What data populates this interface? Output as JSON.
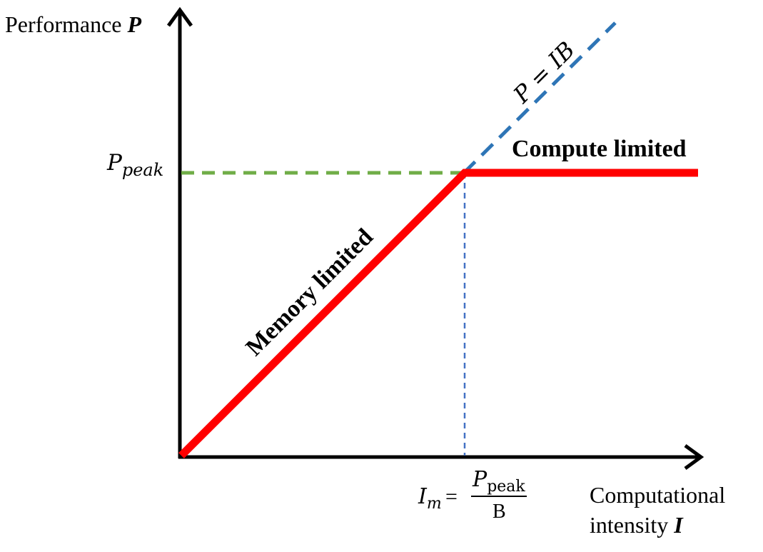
{
  "y_axis": {
    "title_prefix": "Performance ",
    "title_symbol": "P"
  },
  "x_axis": {
    "title_line1": "Computational",
    "title_line2_prefix": "intensity ",
    "title_symbol": "I"
  },
  "peak_label": {
    "symbol": "P",
    "subscript": "peak"
  },
  "ridge_label": {
    "lhs_symbol": "I",
    "lhs_subscript": "m",
    "equals": "=",
    "numerator_symbol": "P",
    "numerator_subscript": "peak",
    "denominator": "B"
  },
  "regions": {
    "memory": "Memory limited",
    "compute": "Compute limited"
  },
  "bandwidth_line": {
    "label": "P = IB"
  },
  "colors": {
    "roofline": "#ff0000",
    "peak_guide": "#70ad47",
    "bandwidth_line": "#2e75b6",
    "ridge_guide": "#4472c4",
    "axes": "#000000"
  }
}
